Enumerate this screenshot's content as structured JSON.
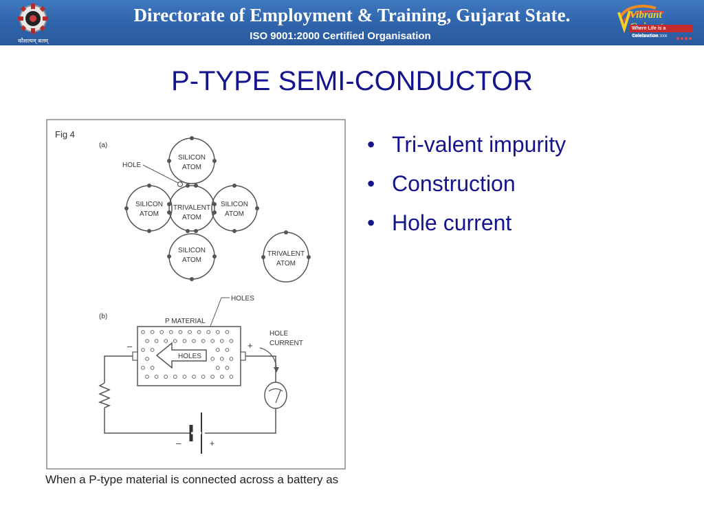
{
  "header": {
    "title": "Directorate of Employment & Training, Gujarat State.",
    "subtitle": "ISO 9001:2000 Certified Organisation",
    "left_logo_icon": "gear-emblem-icon",
    "left_logo_caption": "कौशल्यम् बलम्",
    "right_logo": {
      "brand": "Vibrant Gujarat",
      "tagline": "Where Life is a Celebration",
      "year": "TOURISM YEAR 2006"
    }
  },
  "slide": {
    "title": "P-TYPE SEMI-CONDUCTOR",
    "bullets": [
      "Tri-valent impurity",
      "Construction",
      "Hole current"
    ],
    "bullet_glyph": "•"
  },
  "figure": {
    "label": "Fig 4",
    "part_a": {
      "label": "(a)",
      "hole_label": "HOLE",
      "atoms": {
        "top_l1": "SILICON",
        "top_l2": "ATOM",
        "left_l1": "SILICON",
        "left_l2": "ATOM",
        "center_l1": "TRIVALENT",
        "center_l2": "ATOM",
        "right_l1": "SILICON",
        "right_l2": "ATOM",
        "bottom_l1": "SILICON",
        "bottom_l2": "ATOM"
      },
      "legend_l1": "TRIVALENT",
      "legend_l2": "ATOM"
    },
    "part_b": {
      "label": "(b)",
      "holes_label": "HOLES",
      "material_label": "P  MATERIAL",
      "arrow_label": "HOLES",
      "hole_current_l1": "HOLE",
      "hole_current_l2": "CURRENT",
      "minus": "–",
      "plus": "+",
      "battery_minus": "–",
      "battery_plus": "+"
    },
    "caption": "When a P-type material is connected across a battery as"
  },
  "colors": {
    "header_blue": "#2f63aa",
    "title_navy": "#14148c",
    "diagram_line": "#555555"
  }
}
